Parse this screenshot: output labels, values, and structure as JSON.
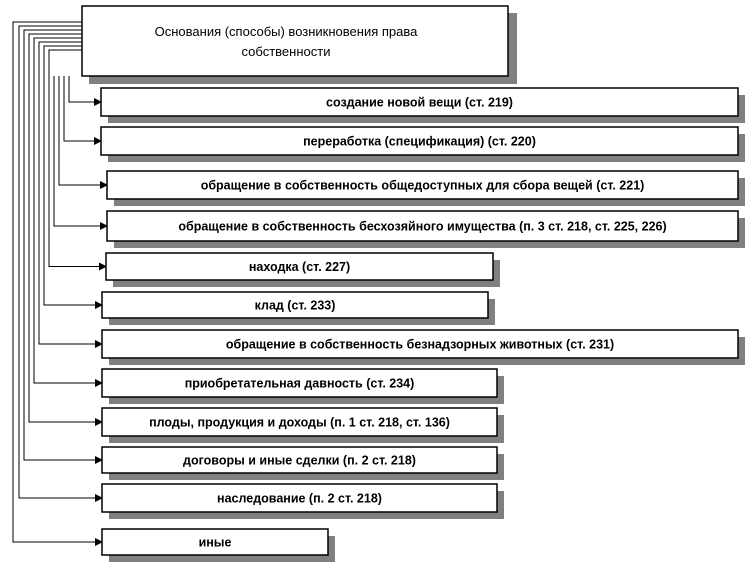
{
  "root": {
    "line1": "Основания (способы) возникновения права",
    "line2": "собственности"
  },
  "items": [
    {
      "label": "создание новой вещи (ст. 219)"
    },
    {
      "label": "переработка (спецификация) (ст. 220)"
    },
    {
      "label": "обращение в собственность общедоступных для сбора вещей (ст. 221)"
    },
    {
      "label": "обращение в собственность бесхозяйного имущества (п. 3 ст. 218, ст. 225, 226)"
    },
    {
      "label": "находка (ст. 227)"
    },
    {
      "label": "клад (ст. 233)"
    },
    {
      "label": "обращение в собственность безнадзорных животных (ст. 231)"
    },
    {
      "label": "приобретательная давность (ст. 234)"
    },
    {
      "label": "плоды, продукция и доходы (п. 1 ст. 218, ст. 136)"
    },
    {
      "label": "договоры и иные сделки (п. 2 ст. 218)"
    },
    {
      "label": "наследование (п. 2 ст. 218)"
    },
    {
      "label": "иные"
    }
  ],
  "colors": {
    "box_fill": "#ffffff",
    "border": "#000000",
    "shadow": "#808080",
    "connector": "#000000"
  }
}
